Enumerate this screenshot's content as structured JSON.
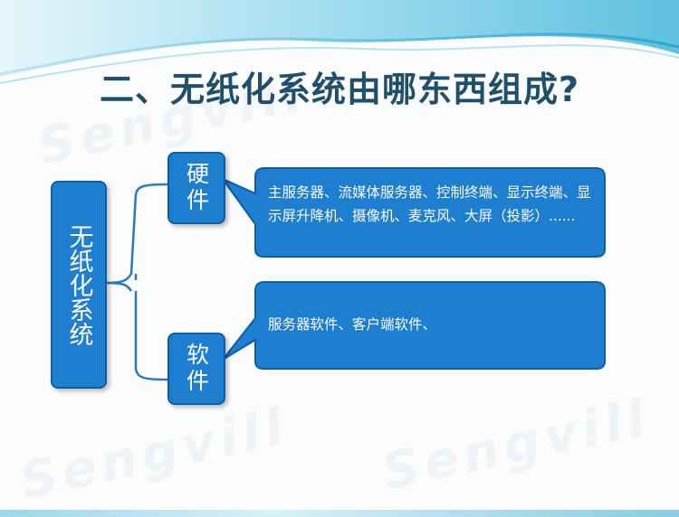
{
  "title": "二、无纸化系统由哪东西组成?",
  "root": {
    "label": "无纸化系统"
  },
  "branches": [
    {
      "label": "硬件",
      "details": "主服务器、流媒体服务器、控制终端、显示终端、显示屏升降机、摄像机、麦克风、大屏（投影）......"
    },
    {
      "label": "软件",
      "details": "服务器软件、客户端软件、"
    }
  ],
  "watermark": "Sengvill",
  "colors": {
    "box_fill": "#1e7fd0",
    "box_border": "#0d5ea8",
    "title": "#1f4f6a",
    "connector": "#2a78c4"
  }
}
